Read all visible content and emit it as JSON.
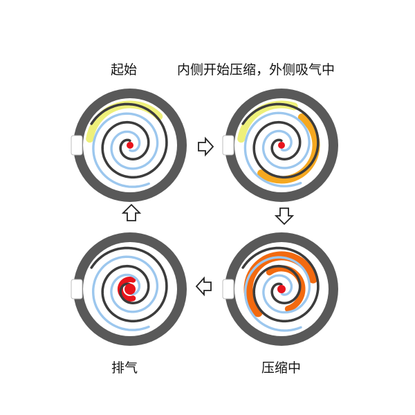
{
  "stages": [
    {
      "id": "start",
      "label": "起始"
    },
    {
      "id": "compress-begin",
      "label": "内侧开始压缩，外侧吸气中"
    },
    {
      "id": "compressing",
      "label": "压缩中"
    },
    {
      "id": "exhaust",
      "label": "排气"
    }
  ],
  "colors": {
    "casing": "#595959",
    "fixed_scroll": "#3c3c3c",
    "orbiting_scroll": "#9cc7ee",
    "suction_gas": "#eef07a",
    "compressing_gas": "#f5a820",
    "high_pressure_gas": "#f26a10",
    "discharge_gas": "#e8141c"
  },
  "flow": [
    {
      "from": "start",
      "to": "compress-begin",
      "direction": "right"
    },
    {
      "from": "compress-begin",
      "to": "compressing",
      "direction": "down"
    },
    {
      "from": "compressing",
      "to": "exhaust",
      "direction": "left"
    },
    {
      "from": "exhaust",
      "to": "start",
      "direction": "up"
    }
  ]
}
